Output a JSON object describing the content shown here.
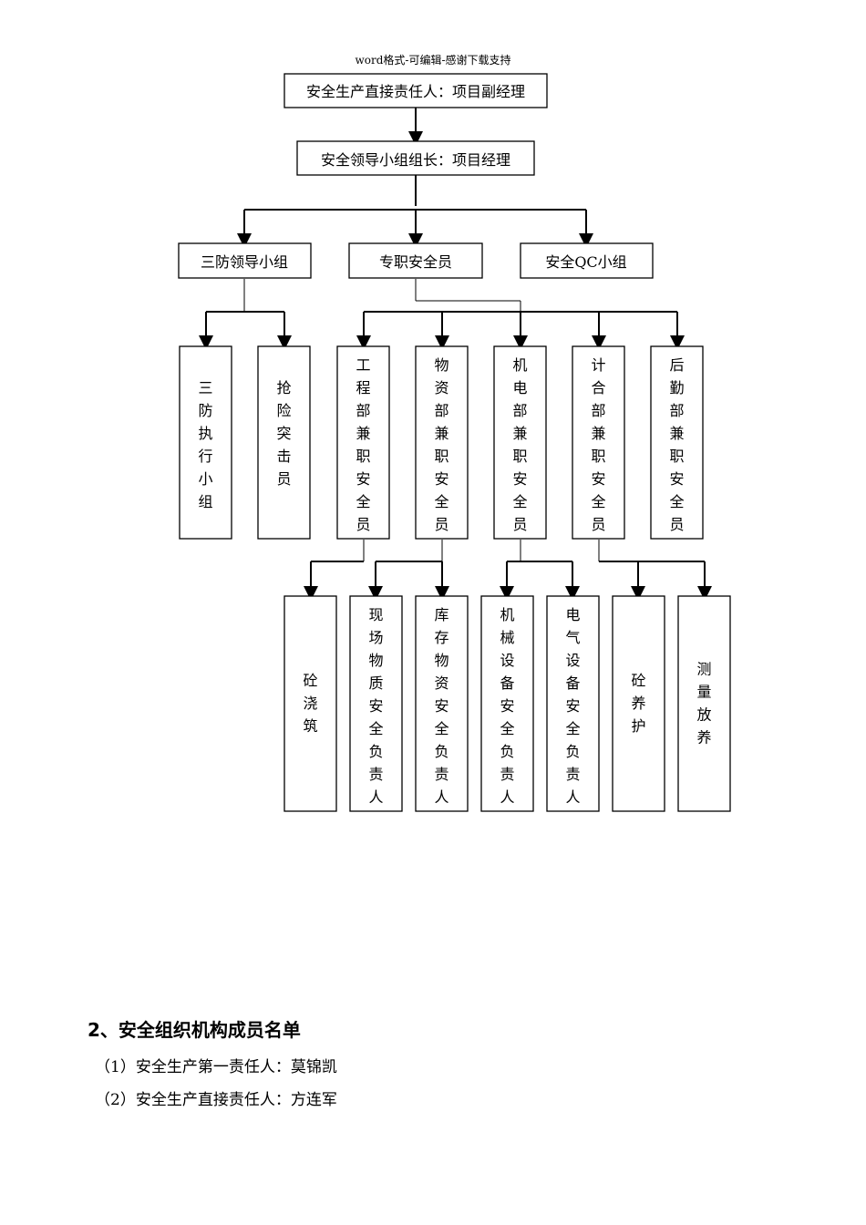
{
  "header_note": "word格式-可编辑-感谢下载支持",
  "org_chart": {
    "top": "安全生产直接责任人：项目副经理",
    "leader": "安全领导小组组长：项目经理",
    "groups": [
      "三防领导小组",
      "专职安全员",
      "安全QC小组"
    ],
    "sanfang_children": [
      "三防执行小组",
      "抢险突击员"
    ],
    "officers": [
      "工程部兼职安全员",
      "物资部兼职安全员",
      "机电部兼职安全员",
      "计合部兼职安全员",
      "后勤部兼职安全员"
    ],
    "leaves": [
      "砼浇筑",
      "现场物质安全负责人",
      "库存物资安全负责人",
      "机械设备安全负责人",
      "电气设备安全负责人",
      "砼养护",
      "测量放养"
    ]
  },
  "section": {
    "title": "2、安全组织机构成员名单",
    "members": [
      "（1）安全生产第一责任人：莫锦凯",
      "（2）安全生产直接责任人：方连军"
    ]
  }
}
